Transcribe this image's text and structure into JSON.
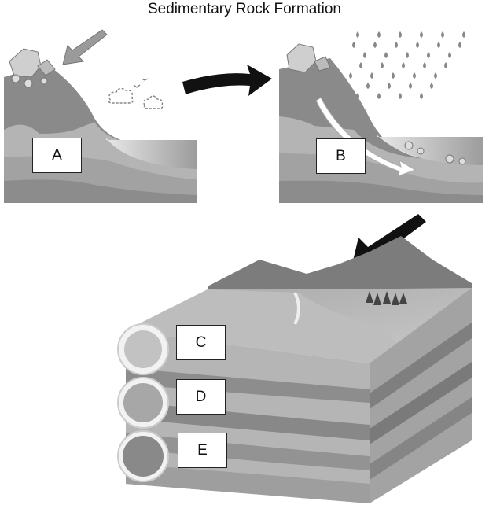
{
  "title": "Sedimentary Rock Formation",
  "panels": [
    {
      "id": "A",
      "label": "A",
      "description": "Rocks on mountain top (weathering)"
    },
    {
      "id": "B",
      "label": "B",
      "description": "Rain and erosion transporting sediment downhill"
    },
    {
      "id": "C",
      "label": "C",
      "description": "Top sediment layer"
    },
    {
      "id": "D",
      "label": "D",
      "description": "Middle sediment layer"
    },
    {
      "id": "E",
      "label": "E",
      "description": "Bottom compacted layer"
    }
  ],
  "colors": {
    "mountain_dark": "#7a7a7a",
    "mountain_mid": "#9a9a9a",
    "ground_light": "#bdbdbd",
    "water": "#c8c8c8",
    "arrow_black": "#111111",
    "arrow_grey": "#9a9a9a"
  }
}
